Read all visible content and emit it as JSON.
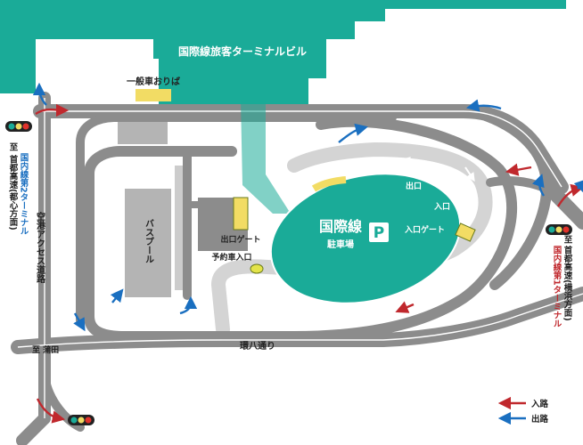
{
  "terminal": {
    "name": "国際線旅客ターミナルビル"
  },
  "parking": {
    "title": "国際線",
    "subtitle": "駐車場",
    "icon": "P",
    "exit": "出口",
    "entrance": "入口",
    "entrance_gate": "入口ゲート",
    "exit_gate": "出口ゲート",
    "reserved_entrance": "予約車入口"
  },
  "places": {
    "general_dropoff": "一般車おりば",
    "bus_pool": "バスプール",
    "airport_access_road": "空港アクセス道路",
    "kanpachi": "環八通り"
  },
  "directions": {
    "left_to": "至",
    "left_blue": "国内線第2ターミナル",
    "left_black": "首都高速(都心方面)",
    "right_to": "至",
    "right_black": "首都高速(横浜方面)",
    "right_red": "国内線第1ターミナル",
    "bottom": "至 蒲田"
  },
  "legend": {
    "in": "入路",
    "out": "出路"
  },
  "colors": {
    "terminal": "#1aab98",
    "road": "#8c8c8c",
    "road_outline": "#e6e6e6",
    "inbound": "#c0282d",
    "outbound": "#1a6fc0",
    "highlight": "#f2dc64"
  }
}
